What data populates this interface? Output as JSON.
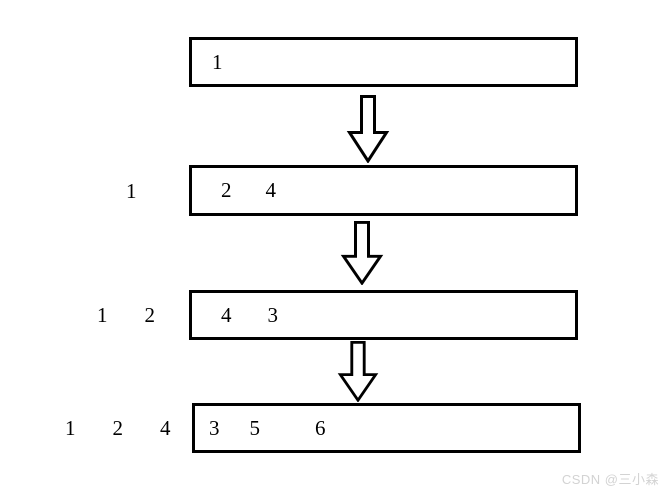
{
  "colors": {
    "background": "#ffffff",
    "line": "#000000",
    "text": "#000000",
    "watermark_text": "#d3d3d3"
  },
  "icons": {
    "arrow": "down-arrow-icon"
  },
  "diagram": {
    "type": "flow",
    "rows": [
      {
        "outside": [],
        "inside": [
          "1"
        ]
      },
      {
        "outside": [
          "1"
        ],
        "inside": [
          "2",
          "4"
        ]
      },
      {
        "outside": [
          "1",
          "2"
        ],
        "inside": [
          "4",
          "3"
        ]
      },
      {
        "outside": [
          "1",
          "2",
          "4"
        ],
        "inside": [
          "3",
          "5",
          "6"
        ]
      }
    ]
  },
  "watermark": {
    "text": "CSDN @三小森"
  }
}
